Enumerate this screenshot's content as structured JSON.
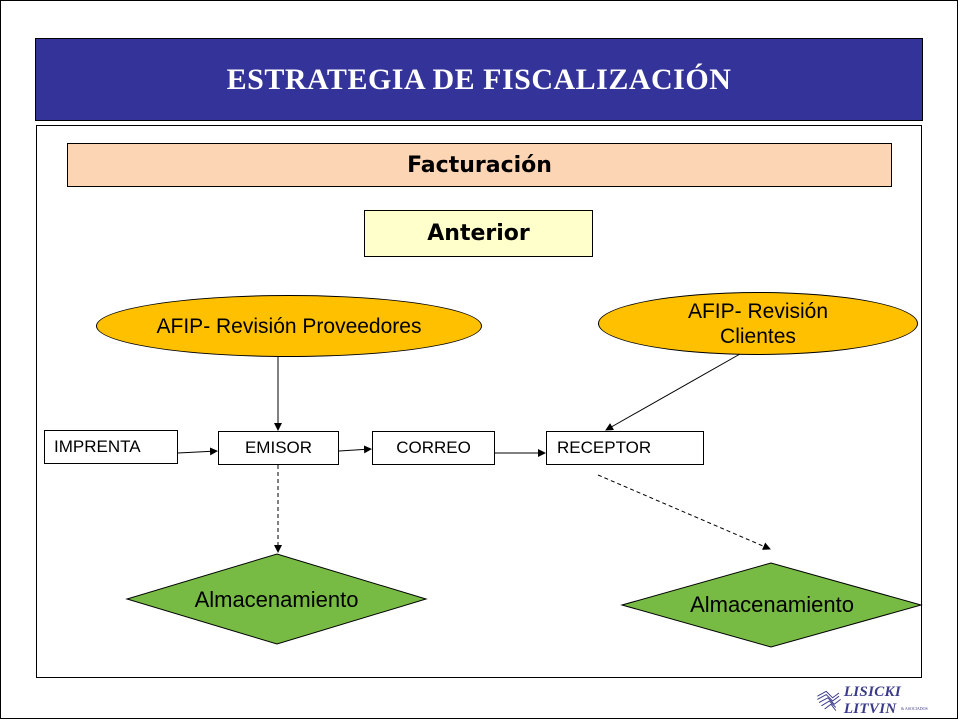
{
  "slide": {
    "title": "ESTRATEGIA DE FISCALIZACIÓN",
    "section": "Facturación",
    "subsection": "Anterior"
  },
  "ovals": {
    "proveedores": "AFIP- Revisión  Proveedores",
    "clientes": "AFIP- Revisión\nClientes"
  },
  "flow": {
    "imprenta": "IMPRENTA",
    "emisor": "EMISOR",
    "correo": "CORREO",
    "receptor": "RECEPTOR"
  },
  "storage": {
    "left": "Almacenamiento",
    "right": "Almacenamiento"
  },
  "logo": {
    "text": "LISICKI LITVIN",
    "sub": "& ASOCIADOS",
    "icon": "handshake-icon"
  },
  "colors": {
    "title_bg": "#333399",
    "section_bg": "#fcd5b4",
    "subsection_bg": "#ffffcc",
    "oval_fill": "#ffc000",
    "diamond_fill": "#77bb44"
  }
}
